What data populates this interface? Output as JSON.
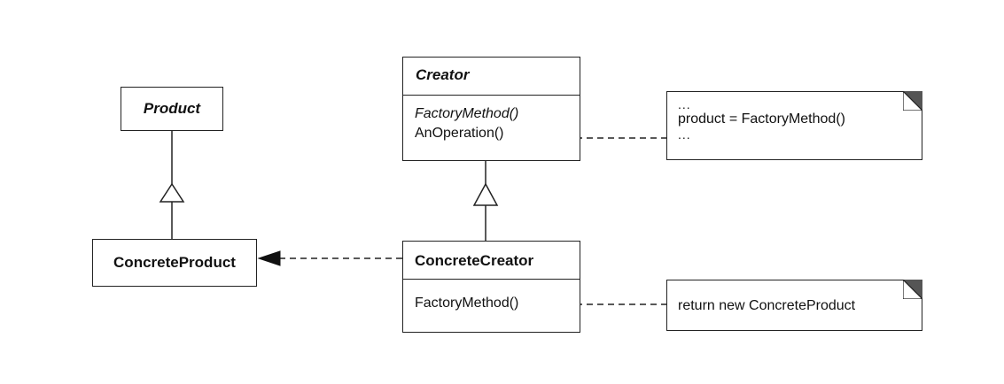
{
  "product": {
    "name": "Product"
  },
  "concrete_product": {
    "name": "ConcreteProduct"
  },
  "creator": {
    "name": "Creator",
    "operations": [
      "FactoryMethod()",
      "AnOperation()"
    ]
  },
  "concrete_creator": {
    "name": "ConcreteCreator",
    "operations": [
      "FactoryMethod()"
    ]
  },
  "note_an_operation": {
    "lines": [
      "...",
      "product = FactoryMethod()",
      "..."
    ]
  },
  "note_factory_method": {
    "lines": [
      "return new ConcreteProduct"
    ]
  },
  "colors": {
    "line": "#222222",
    "fold": "#555555"
  }
}
